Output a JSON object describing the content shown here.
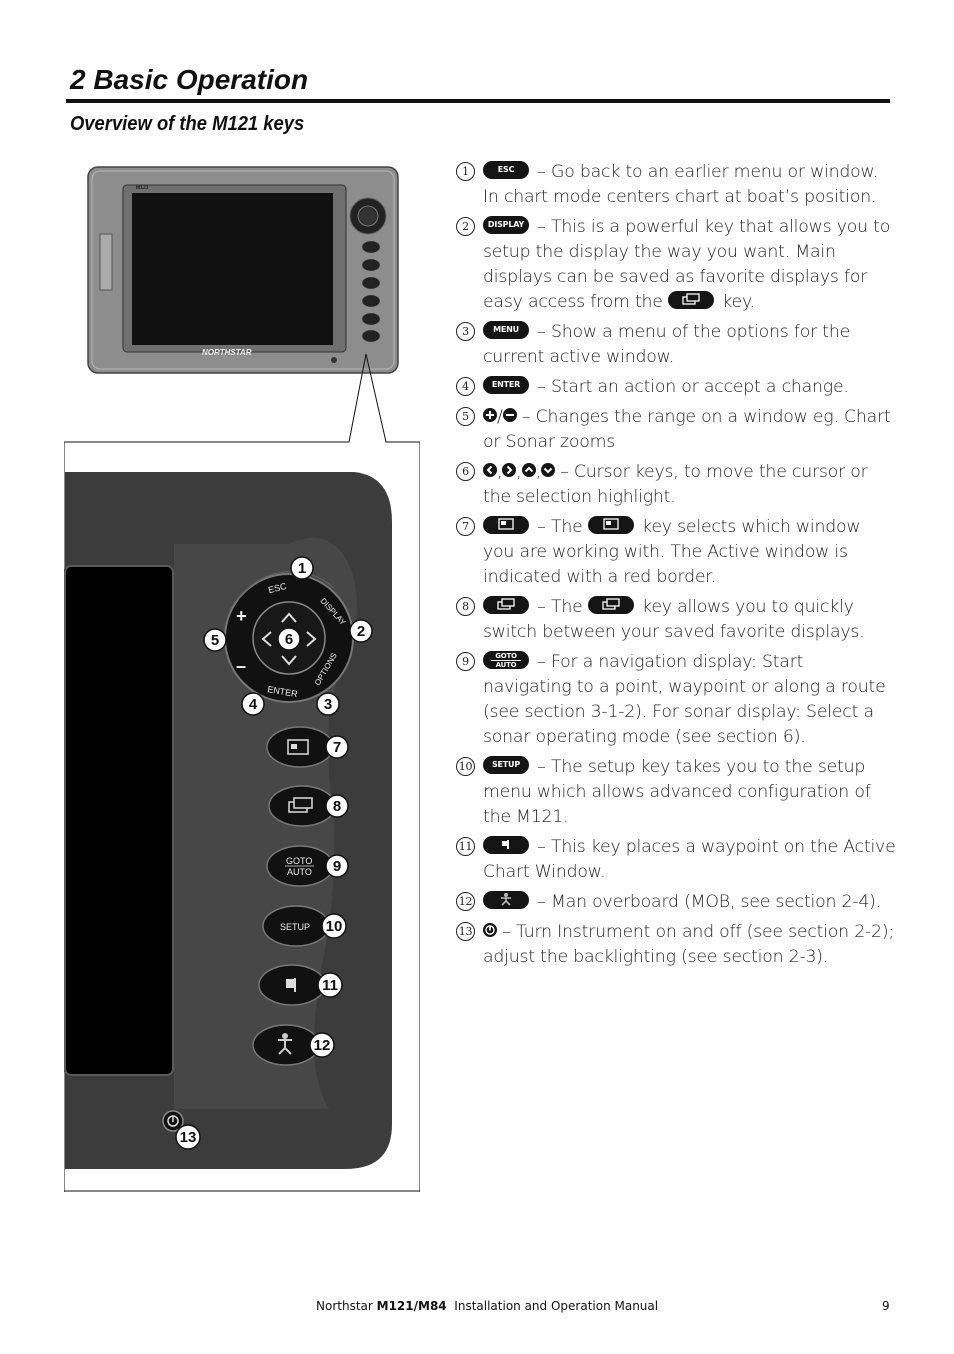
{
  "header": {
    "chapter_title": "2 Basic Operation",
    "section_title": "Overview of the M121 keys"
  },
  "figure": {
    "device_model_label": "M121",
    "brand_label": "NORTHSTAR",
    "key_labels": {
      "esc": "ESC",
      "display": "DISPLAY",
      "options": "OPTIONS",
      "enter": "ENTER",
      "goto": "GOTO",
      "auto": "AUTO",
      "setup": "SETUP"
    },
    "callouts": [
      "1",
      "2",
      "3",
      "4",
      "5",
      "6",
      "7",
      "8",
      "9",
      "10",
      "11",
      "12",
      "13"
    ]
  },
  "keys": [
    {
      "num": "1",
      "key": "ESC",
      "text": "– Go back to an earlier menu or window. In chart mode centers chart at boat’s position."
    },
    {
      "num": "2",
      "key": "DISPLAY",
      "text": "– This is a powerful key that allows you to setup the display the way you want.  Main displays can be saved as favorite displays for easy access from the",
      "text_after": "key."
    },
    {
      "num": "3",
      "key": "MENU",
      "text": "– Show a menu of the options for the current active window."
    },
    {
      "num": "4",
      "key": "ENTER",
      "text": "– Start an action or accept a change."
    },
    {
      "num": "5",
      "sep": "/",
      "text": "– Changes the range on a window eg. Chart or Sonar zooms"
    },
    {
      "num": "6",
      "sep": ",",
      "text": "– Cursor keys, to move the cursor or the selection highlight."
    },
    {
      "num": "7",
      "text": "– The",
      "text_after": "key selects which window you are working with. The Active window is indicated with a red border."
    },
    {
      "num": "8",
      "text": "– The",
      "text_after": "key allows you to quickly switch between your saved favorite displays."
    },
    {
      "num": "9",
      "key_line1": "GOTO",
      "key_line2": "AUTO",
      "text": "– For a navigation display: Start navigating to a point, waypoint or along a route (see section 3-1-2). For sonar display: Select a sonar operating mode (see section 6)."
    },
    {
      "num": "10",
      "key": "SETUP",
      "text": "– The setup key takes you to the setup menu which allows advanced configuration of the M121."
    },
    {
      "num": "11",
      "text": "– This key places a waypoint on the Active Chart Window."
    },
    {
      "num": "12",
      "text": "– Man overboard (MOB, see section 2-4)."
    },
    {
      "num": "13",
      "text": "– Turn Instrument on and off (see section 2-2); adjust the backlighting (see section 2-3)."
    }
  ],
  "footer": {
    "brand": "Northstar",
    "model": "M121/M84",
    "manual": "Installation and Operation Manual",
    "page": "9"
  }
}
